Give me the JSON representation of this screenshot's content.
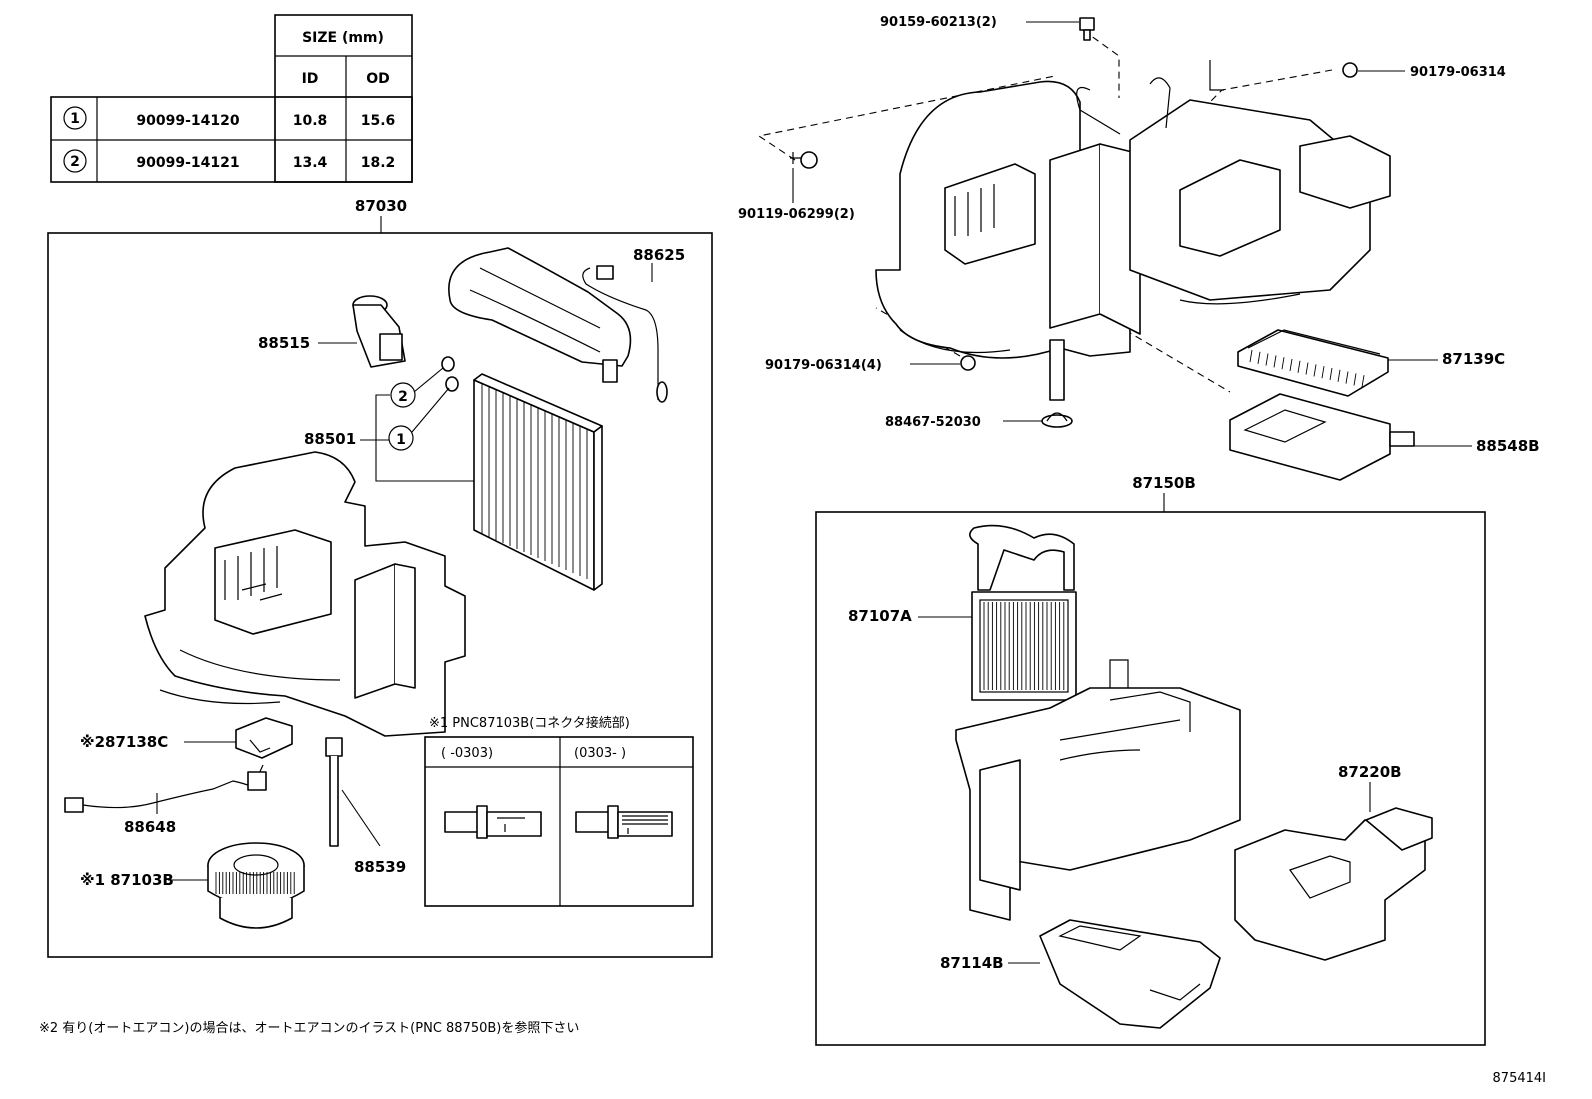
{
  "size_table": {
    "header_group": "SIZE (mm)",
    "col_id": "ID",
    "col_od": "OD",
    "rows": [
      {
        "marker": "1",
        "part": "90099-14120",
        "id": "10.8",
        "od": "15.6"
      },
      {
        "marker": "2",
        "part": "90099-14121",
        "id": "13.4",
        "od": "18.2"
      }
    ]
  },
  "left_group": {
    "title": "87030",
    "labels": {
      "p88625": "88625",
      "p88515": "88515",
      "p88501": "88501",
      "p87138c": "※287138C",
      "p88648": "88648",
      "p87103b": "※1 87103B",
      "p88539": "88539"
    },
    "inset": {
      "title": "※1 PNC87103B(コネクタ接続部)",
      "col1": "(      -0303)",
      "col2": "(0303-      )"
    },
    "markers": {
      "m1": "1",
      "m2": "2"
    }
  },
  "top_right": {
    "labels": {
      "p90159": "90159-60213(2)",
      "p90179a": "90179-06314",
      "p90119": "90119-06299(2)",
      "p90179b": "90179-06314(4)",
      "p88467": "88467-52030",
      "p87139c": "87139C",
      "p88548b": "88548B"
    }
  },
  "right_group": {
    "title": "87150B",
    "labels": {
      "p87107a": "87107A",
      "p87220b": "87220B",
      "p87114b": "87114B"
    }
  },
  "footnote": "※2 有り(オートエアコン)の場合は、オートエアコンのイラスト(PNC 88750B)を参照下さい",
  "figure_id": "875414I"
}
